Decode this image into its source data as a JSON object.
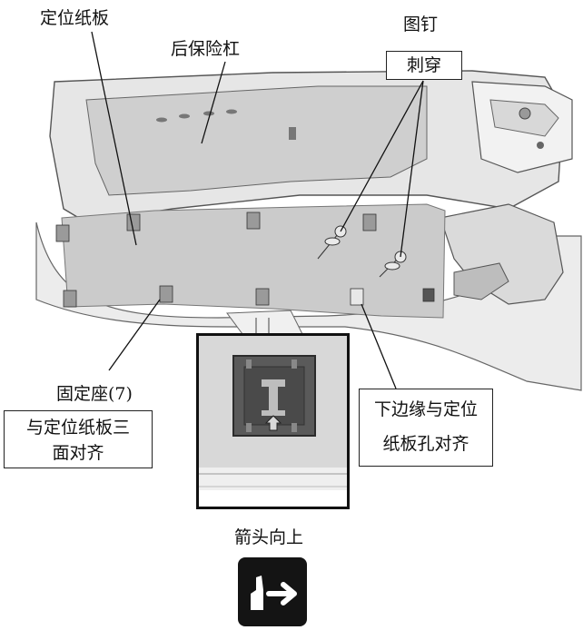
{
  "labels": {
    "locating_board": "定位纸板",
    "rear_bumper": "后保险杠",
    "pushpin": "图钉",
    "pierce": "刺穿",
    "mount_title": "固定座(7)",
    "mount_align_line1": "与定位纸板三",
    "mount_align_line2": "面对齐",
    "bottom_edge_line1": "下边缘与定位",
    "bottom_edge_line2": "纸板孔对齐",
    "arrow_up": "箭头向上"
  },
  "icons": {
    "hand_arrow": "hand-pointing-right-icon",
    "pushpin": "pushpin-icon",
    "mount_clip": "mounting-clip-icon"
  },
  "colors": {
    "bumper_fill": "#dcdcdc",
    "board_fill": "#c9c9c9",
    "clip_dark": "#4a4a4a",
    "icon_bg": "#141414"
  }
}
